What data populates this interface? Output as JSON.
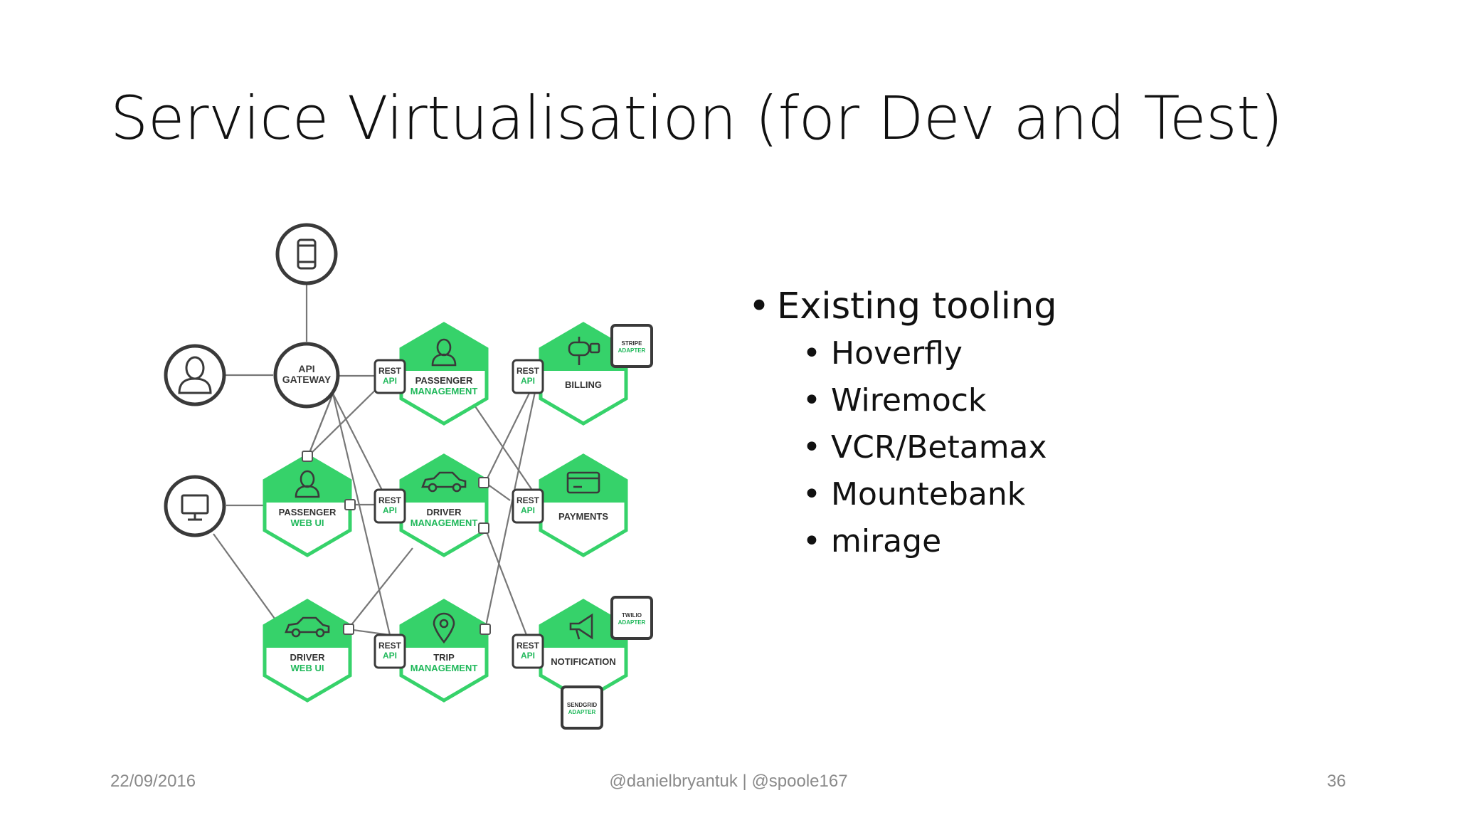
{
  "title": "Service Virtualisation (for Dev and Test)",
  "bullets": {
    "main": "Existing tooling",
    "items": [
      "Hoverfly",
      "Wiremock",
      "VCR/Betamax",
      "Mountebank",
      "mirage"
    ]
  },
  "footer": {
    "date": "22/09/2016",
    "handles": "@danielbryantuk | @spoole167",
    "page": "36"
  },
  "diagram": {
    "colors": {
      "green": "#36d26a",
      "dark": "#3a3a3a",
      "line": "#777777",
      "accent": "#1fb85a"
    },
    "nodes": {
      "api_gateway": [
        "API",
        "GATEWAY"
      ],
      "passenger_management": [
        "PASSENGER",
        "MANAGEMENT"
      ],
      "billing": "BILLING",
      "passenger_web_ui": [
        "PASSENGER",
        "WEB UI"
      ],
      "driver_management": [
        "DRIVER",
        "MANAGEMENT"
      ],
      "payments": "PAYMENTS",
      "driver_web_ui": [
        "DRIVER",
        "WEB UI"
      ],
      "trip_management": [
        "TRIP",
        "MANAGEMENT"
      ],
      "notification": "NOTIFICATION"
    },
    "rest_api": [
      "REST",
      "API"
    ],
    "adapters": {
      "stripe": [
        "STRIPE",
        "ADAPTER"
      ],
      "twilio": [
        "TWILIO",
        "ADAPTER"
      ],
      "sendgrid": [
        "SENDGRID",
        "ADAPTER"
      ]
    },
    "icons": {
      "mobile": "mobile-phone-icon",
      "user": "user-icon",
      "desktop": "desktop-monitor-icon",
      "car": "car-icon",
      "pin": "location-pin-icon",
      "mailbox": "mailbox-icon",
      "card": "credit-card-icon",
      "megaphone": "megaphone-icon"
    }
  }
}
